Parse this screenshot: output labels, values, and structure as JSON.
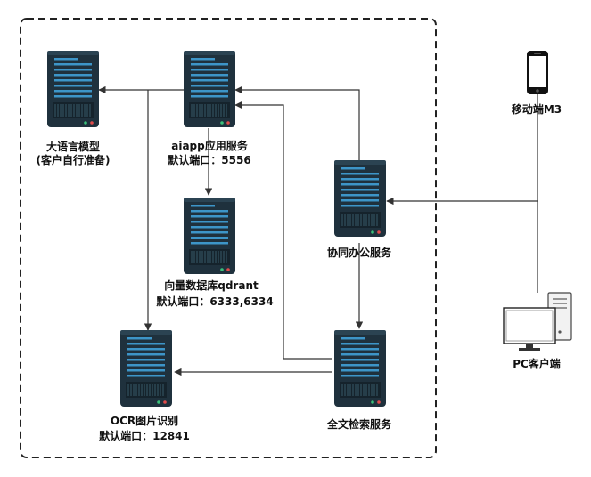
{
  "nodes": {
    "llm": {
      "label1": "大语言模型",
      "label2": "(客户自行准备)"
    },
    "aiapp": {
      "label1": "aiapp应用服务",
      "label2": "默认端口：5556"
    },
    "qdrant": {
      "label1": "向量数据库qdrant",
      "label2": "默认端口：6333,6334"
    },
    "ocr": {
      "label1": "OCR图片识别",
      "label2": "默认端口：12841"
    },
    "collab": {
      "label1": "协同办公服务"
    },
    "search": {
      "label1": "全文检索服务"
    },
    "mobile": {
      "label1": "移动端M3"
    },
    "pc": {
      "label1": "PC客户端"
    }
  },
  "icons": {
    "server": "server-rack-icon",
    "mobile": "smartphone-icon",
    "pc": "desktop-computer-icon"
  },
  "colors": {
    "server_body": "#1f313d",
    "server_slot": "#3d95c8",
    "led_green": "#3ac07a",
    "led_red": "#e04b4b",
    "line": "#333333",
    "boundary": "#222222"
  }
}
